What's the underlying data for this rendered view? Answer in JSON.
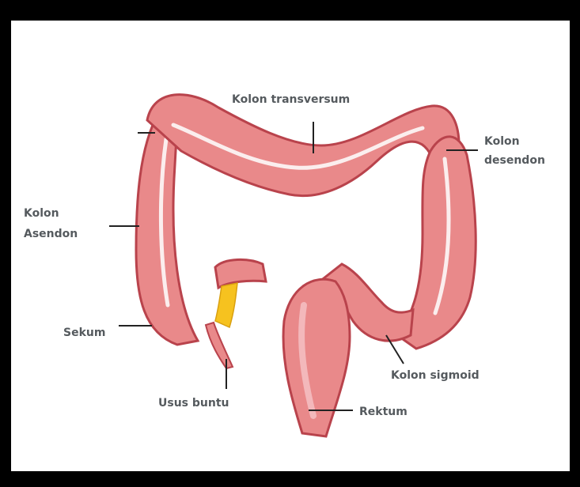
{
  "colors": {
    "tissue": "#e9898a",
    "tissue_dark": "#b9434c",
    "tissue_light": "#f3b8bb",
    "fat": "#fbeeee",
    "appendix_fat": "#f6c21f",
    "label_text": "#555a5e",
    "leader_line": "#222222"
  },
  "labels": {
    "transverse": "Kolon transversum",
    "descending_1": "Kolon",
    "descending_2": "desendon",
    "ascending_1": "Kolon",
    "ascending_2": "Asendon",
    "cecum": "Sekum",
    "appendix": "Usus buntu",
    "sigmoid": "Kolon sigmoid",
    "rectum": "Rektum"
  }
}
